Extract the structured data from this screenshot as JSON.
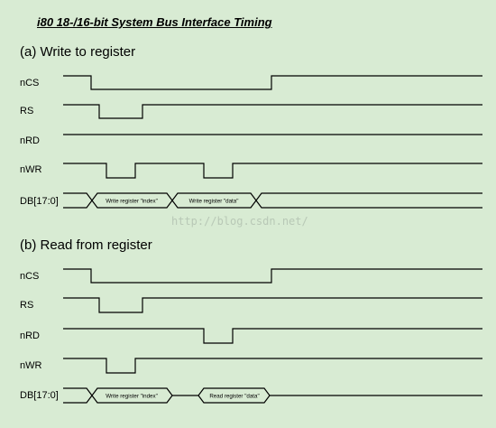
{
  "title": "i80 18-/16-bit System Bus Interface Timing",
  "sections": {
    "write": {
      "heading": "(a) Write to register",
      "signals": [
        "nCS",
        "RS",
        "nRD",
        "nWR",
        "DB[17:0]"
      ],
      "bus_labels": [
        "Write register \"index\"",
        "Write register \"data\""
      ]
    },
    "read": {
      "heading": "(b) Read from register",
      "signals": [
        "nCS",
        "RS",
        "nRD",
        "nWR",
        "DB[17:0]"
      ],
      "bus_labels": [
        "Write register \"index\"",
        "Read register \"data\""
      ]
    }
  },
  "watermark": "http://blog.csdn.net/",
  "colors": {
    "background": "#d8ebd3",
    "line": "#000000",
    "watermark": "#b8c8b6"
  }
}
